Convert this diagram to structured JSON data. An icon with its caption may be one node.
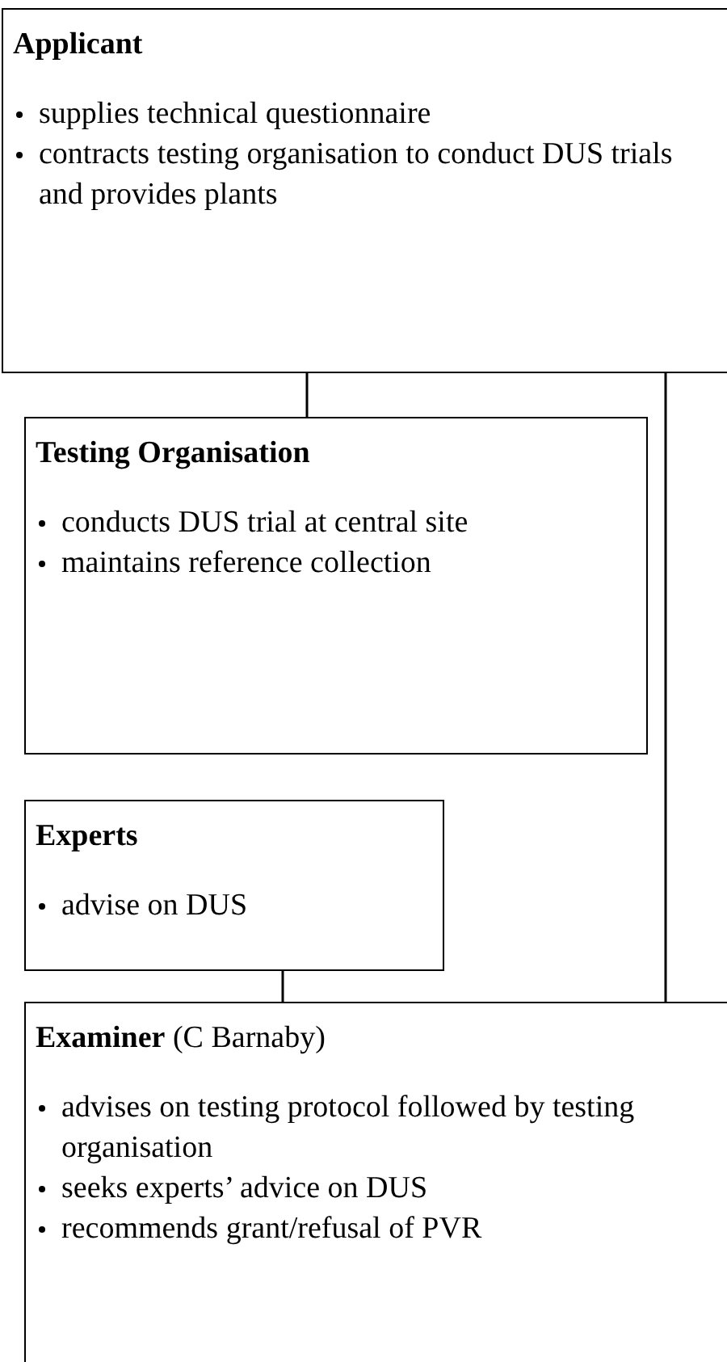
{
  "diagram": {
    "nodes": [
      {
        "text": [
          "Applicant",
          "supplies technical questionnaire",
          "contracts testing organisation to conduct DUS trials and provides plants"
        ]
      },
      {
        "text": [
          "Testing Organisation",
          "conducts DUS trial at central site",
          "maintains reference collection"
        ]
      },
      {
        "text": [
          "Experts",
          "advise on DUS"
        ]
      },
      {
        "text": [
          "**Examiner** (C Barnaby)",
          "advises on testing protocol followed by testing organisation",
          "seeks experts’ advice on DUS",
          "recommends grant/refusal of PVR"
        ]
      }
    ],
    "edges": [
      {
        "from": 0,
        "to": 1,
        "arrow": "none"
      },
      {
        "from": 0,
        "to": 3,
        "arrow": "none"
      },
      {
        "from": 2,
        "to": 3,
        "arrow": "none"
      }
    ]
  }
}
